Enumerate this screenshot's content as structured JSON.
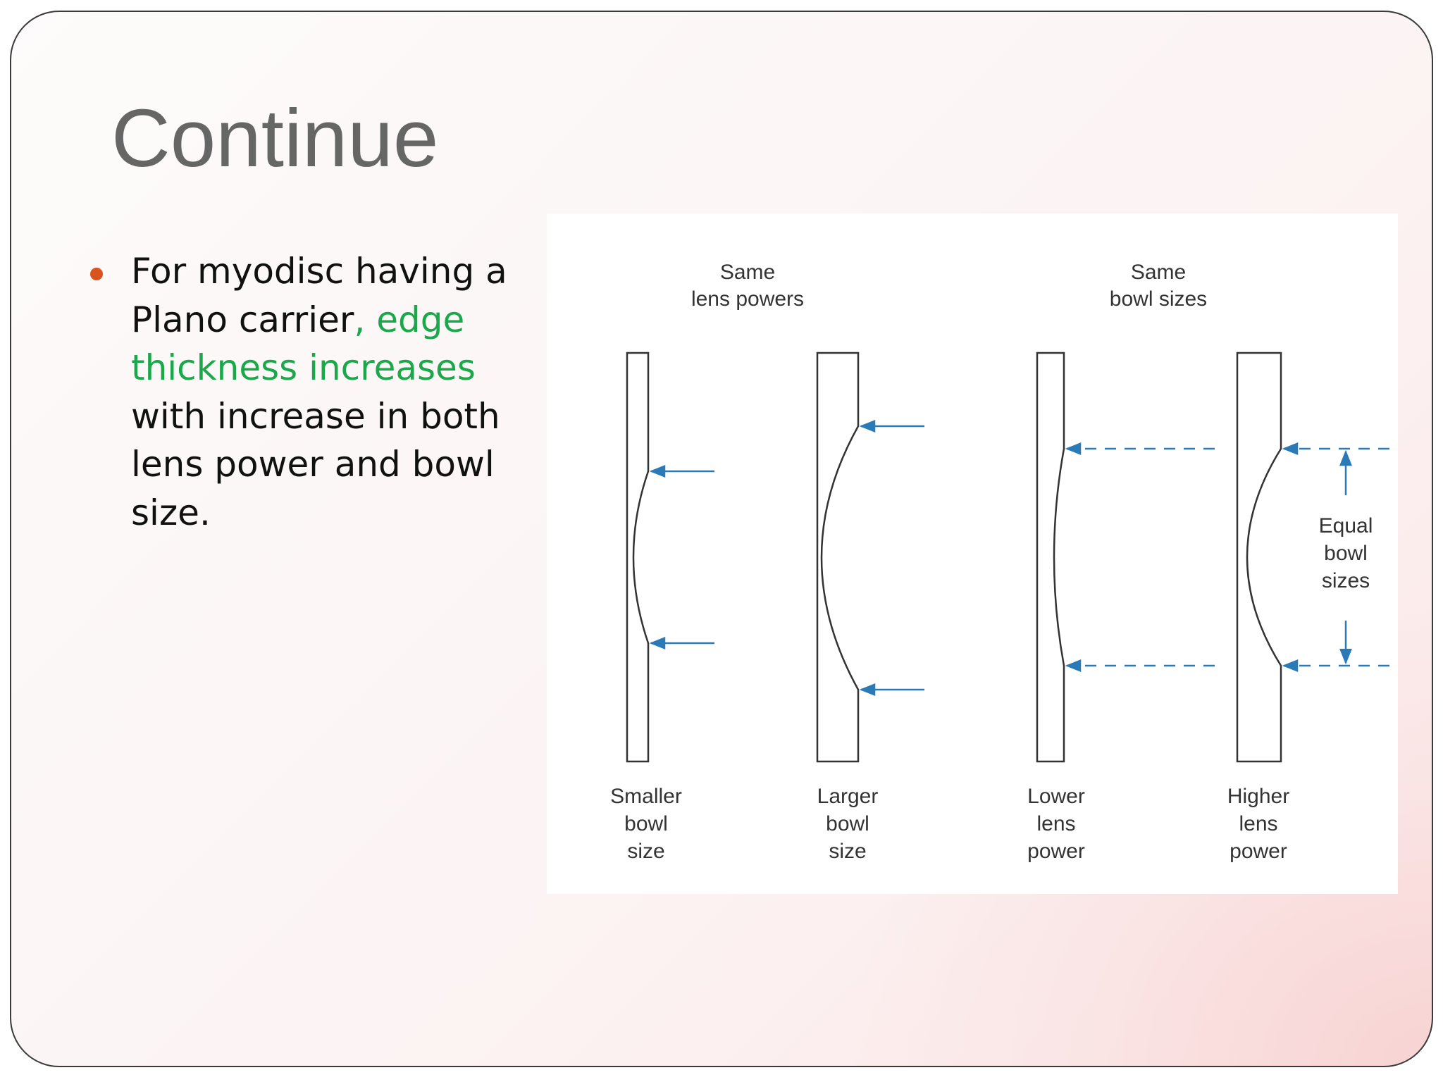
{
  "slide": {
    "title": "Continue",
    "bullet": {
      "part1": "For myodisc having a Plano carrier",
      "comma": ", ",
      "highlight": "edge thickness increases",
      "part2": " with increase in both lens power and bowl size."
    }
  },
  "diagram": {
    "group_labels": {
      "same_lens_powers": [
        "Same",
        "lens powers"
      ],
      "same_bowl_sizes": [
        "Same",
        "bowl sizes"
      ]
    },
    "lens_labels": {
      "smaller_bowl": [
        "Smaller",
        "bowl",
        "size"
      ],
      "larger_bowl": [
        "Larger",
        "bowl",
        "size"
      ],
      "lower_power": [
        "Lower",
        "lens",
        "power"
      ],
      "higher_power": [
        "Higher",
        "lens",
        "power"
      ]
    },
    "equal_label": [
      "Equal",
      "bowl",
      "sizes"
    ],
    "colors": {
      "arrow": "#2a7ab8",
      "lens_stroke": "#333333",
      "bullet": "#d9531e",
      "highlight": "#1aa84a"
    }
  }
}
